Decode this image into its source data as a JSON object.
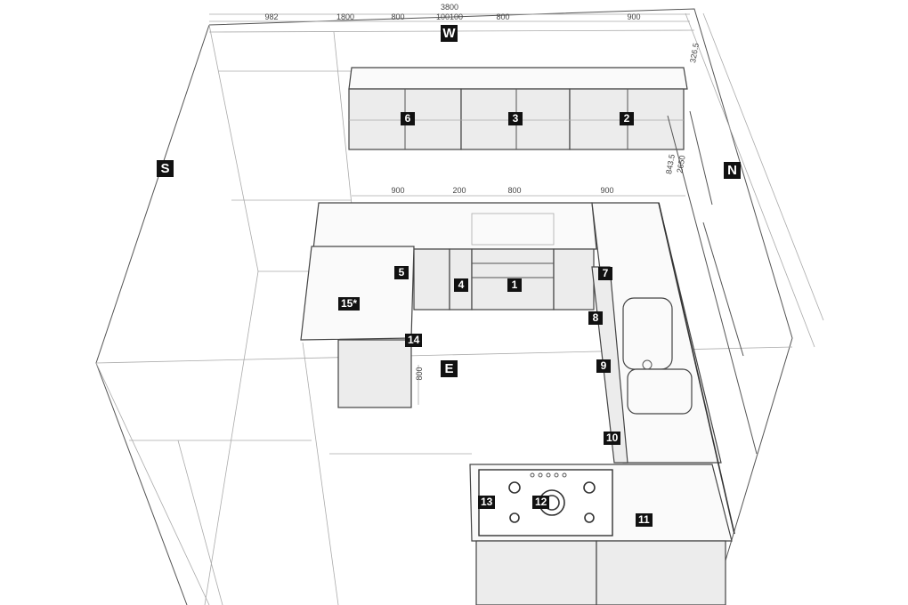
{
  "walls": {
    "west": "W",
    "south": "S",
    "north": "N",
    "east": "E"
  },
  "dimensions": {
    "total": "3800",
    "top_row": [
      "982",
      "1800",
      "800",
      "100100",
      "800",
      "900"
    ],
    "lower_row": [
      "900",
      "200",
      "800",
      "900"
    ],
    "right_side": [
      "326.5",
      "843.5",
      "2650"
    ],
    "island_height": "800"
  },
  "labels": [
    "1",
    "2",
    "3",
    "4",
    "5",
    "6",
    "7",
    "8",
    "9",
    "10",
    "11",
    "12",
    "13",
    "14",
    "15*"
  ]
}
